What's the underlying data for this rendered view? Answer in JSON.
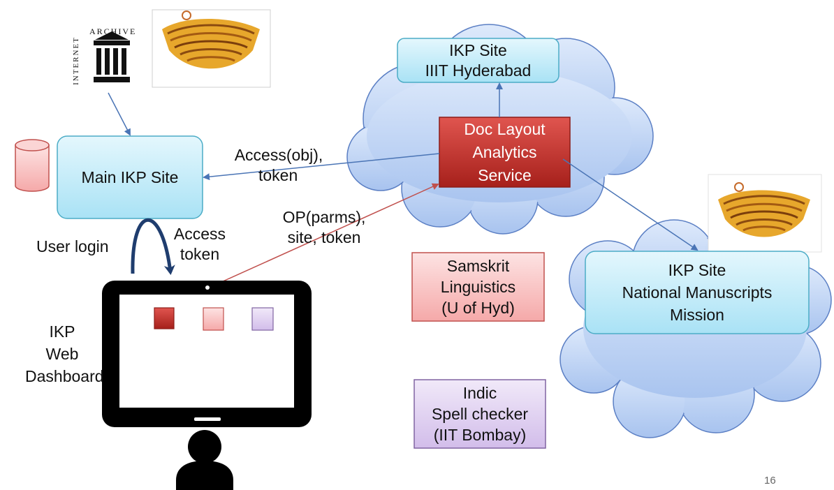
{
  "archive": {
    "top_word": "ARCHIVE",
    "side_word": "INTERNET",
    "icon": "internet-archive-logo"
  },
  "nodes": {
    "main_site": "Main IKP Site",
    "iiit_site": [
      "IKP Site",
      "IIIT Hyderabad"
    ],
    "doc_service": [
      "Doc Layout",
      "Analytics",
      "Service"
    ],
    "nmm_site": [
      "IKP Site",
      "National Manuscripts",
      "Mission"
    ],
    "samskrit": [
      "Samskrit",
      "Linguistics",
      "(U of Hyd)"
    ],
    "indic": [
      "Indic",
      "Spell checker",
      "(IIT Bombay)"
    ]
  },
  "edge_labels": {
    "access_obj": [
      "Access(obj),",
      "token"
    ],
    "op_parms": [
      "OP(parms),",
      "site, token"
    ],
    "access_token": [
      "Access",
      "token"
    ],
    "user_login": "User login"
  },
  "dashboard_label": [
    "IKP",
    "Web",
    "Dashboard"
  ],
  "page_number": "16",
  "colors": {
    "cloud_fill": "#c7dbf7",
    "cloud_stroke": "#5b7fc4",
    "cyan_box": "#c6eef9",
    "red_box": "#c92a24",
    "pink_box": "#fbc6c6",
    "purple_box": "#e2d3f0",
    "blue_arrow": "#4a74b5",
    "red_arrow": "#c0504d",
    "dark_arrow": "#1f3d6e"
  }
}
